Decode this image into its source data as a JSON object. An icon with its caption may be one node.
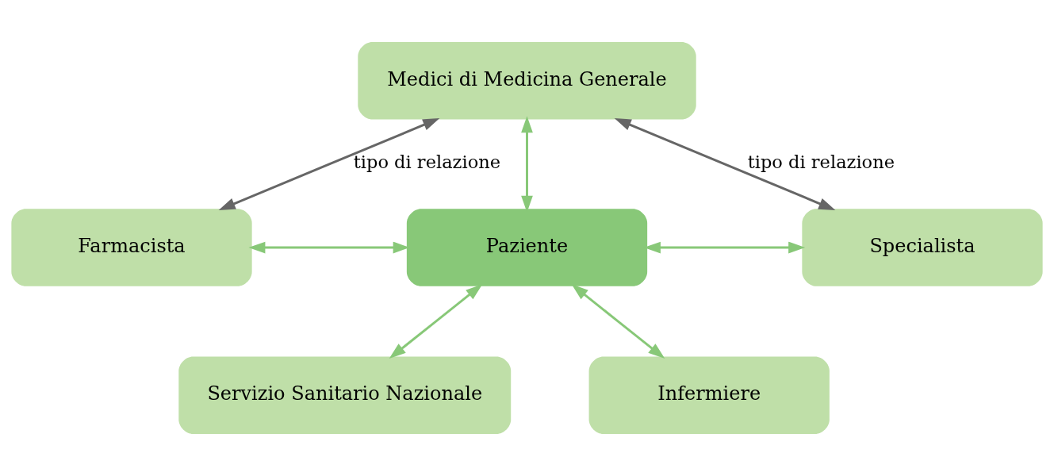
{
  "diagram": {
    "nodes": [
      {
        "text": [
          "Medici di Medicina Generale"
        ]
      },
      {
        "text": [
          "Farmacista"
        ]
      },
      {
        "text": [
          "Paziente"
        ]
      },
      {
        "text": [
          "Specialista"
        ]
      },
      {
        "text": [
          "Servizio Sanitario Nazionale"
        ]
      },
      {
        "text": [
          "Infermiere"
        ]
      }
    ],
    "edges": [
      {
        "from": 0,
        "to": 2,
        "arrow": "both"
      },
      {
        "from": 1,
        "to": 2,
        "arrow": "both"
      },
      {
        "from": 2,
        "to": 3,
        "arrow": "both"
      },
      {
        "from": 2,
        "to": 4,
        "arrow": "both"
      },
      {
        "from": 2,
        "to": 5,
        "arrow": "both"
      },
      {
        "from": 0,
        "to": 1,
        "arrow": "both",
        "label": "tipo di relazione",
        "color": "#666666"
      },
      {
        "from": 0,
        "to": 3,
        "arrow": "both",
        "label": "tipo di relazione",
        "color": "#666666"
      }
    ]
  }
}
